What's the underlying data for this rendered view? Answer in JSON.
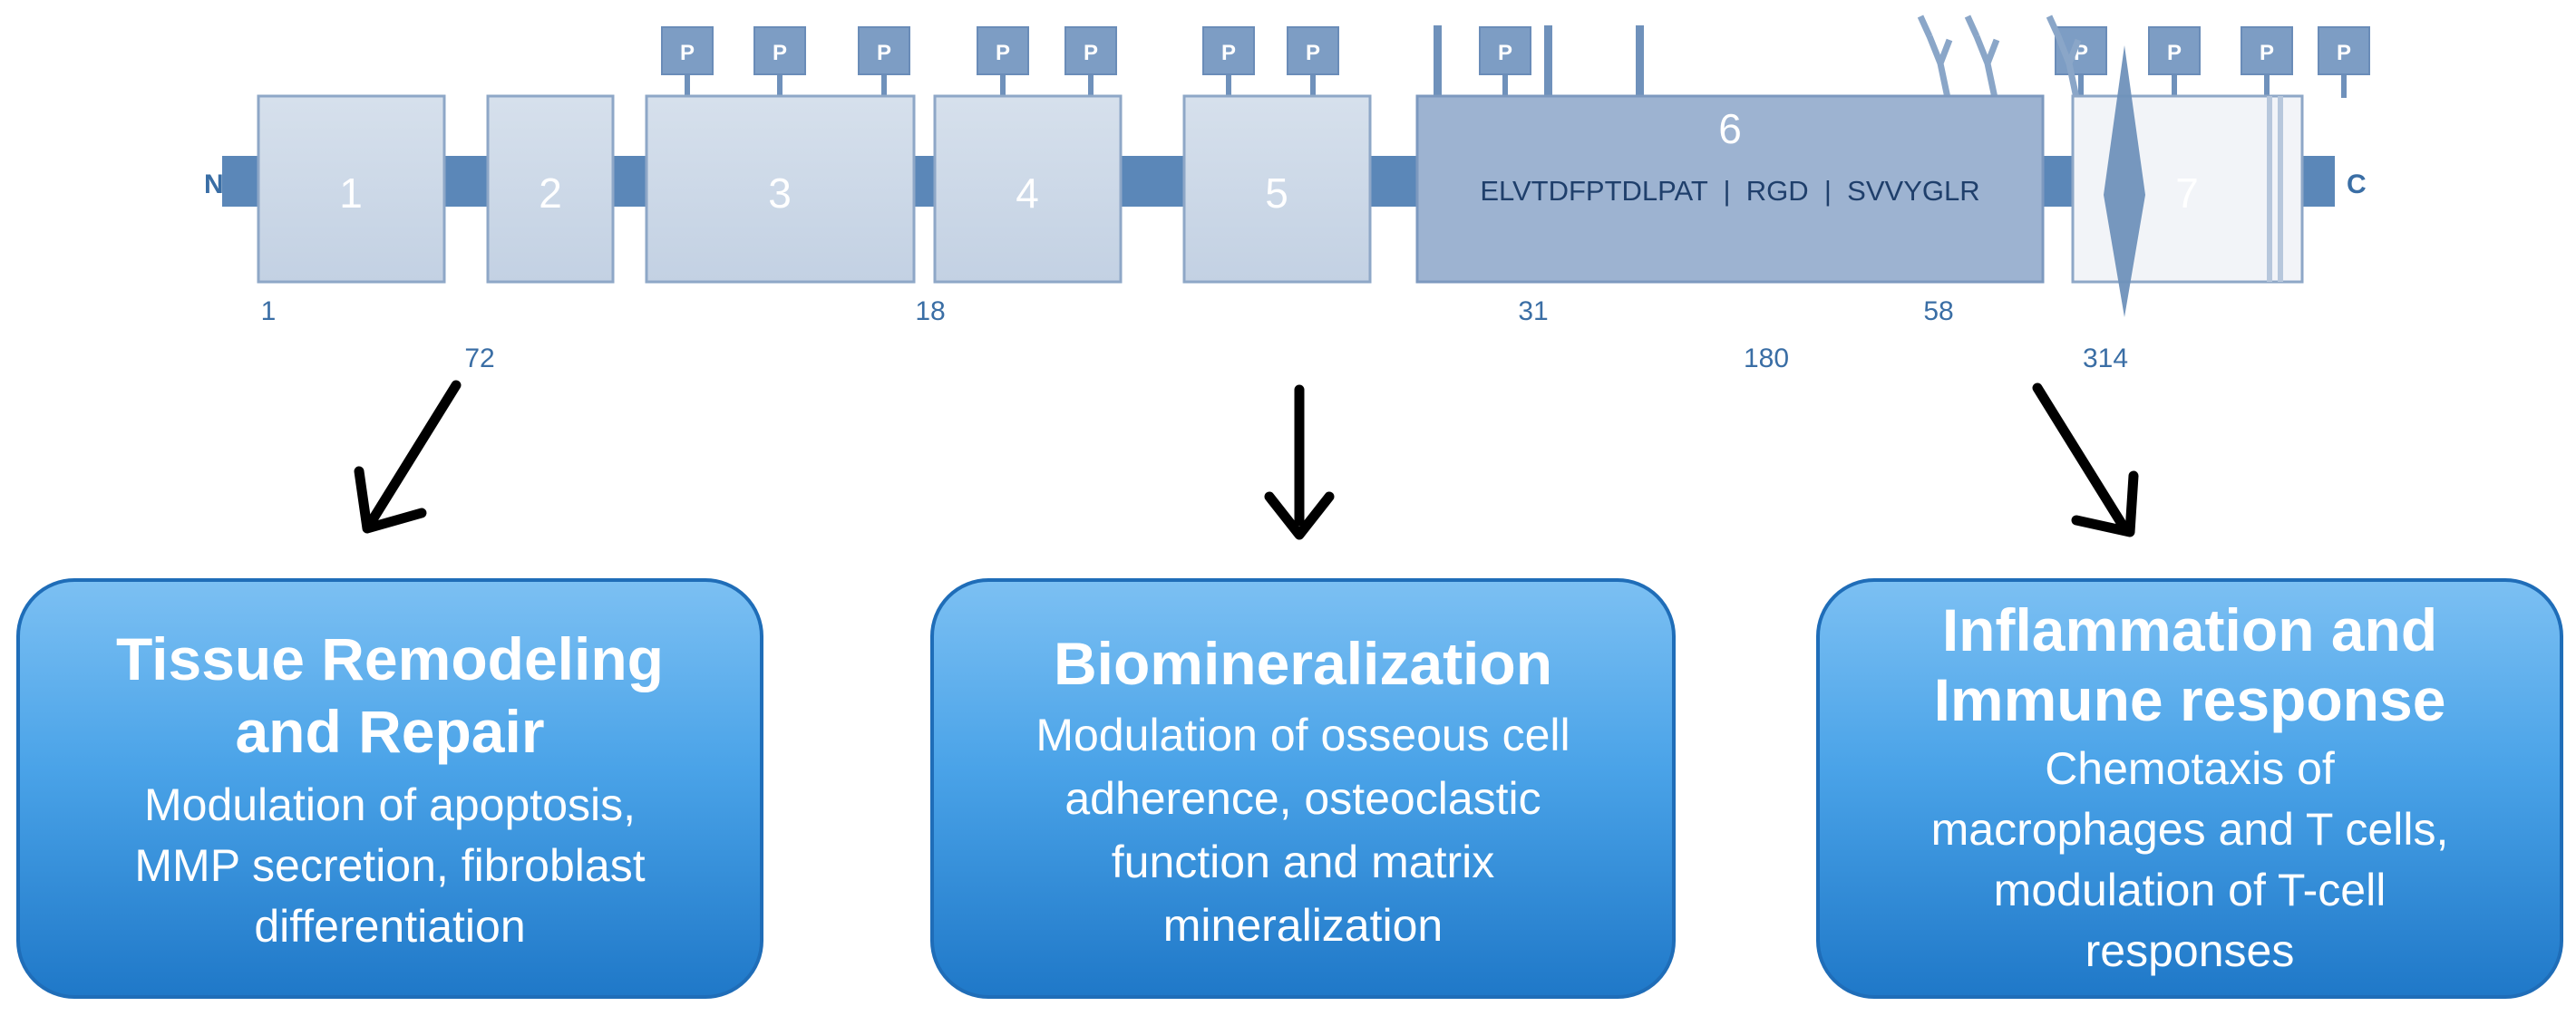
{
  "protein": {
    "n_terminus": "N",
    "c_terminus": "C",
    "exons": [
      "1",
      "2",
      "3",
      "4",
      "5",
      "6",
      "7"
    ],
    "exon6_sequence": "ELVTDFPTDLPAT  |  RGD  |  SVVYGLR",
    "phospho_label": "P",
    "positions": [
      "1",
      "72",
      "18",
      "31",
      "180",
      "58",
      "314"
    ]
  },
  "functions": [
    {
      "title_lines": [
        "Tissue Remodeling",
        "and Repair"
      ],
      "body_lines": [
        "Modulation of apoptosis,",
        "MMP secretion, fibroblast",
        "differentiation"
      ]
    },
    {
      "title_lines": [
        "Biomineralization"
      ],
      "body_lines": [
        "Modulation of osseous cell",
        "adherence, osteoclastic",
        "function and matrix",
        "mineralization"
      ]
    },
    {
      "title_lines": [
        "Inflammation and",
        "Immune response"
      ],
      "body_lines": [
        "Chemotaxis of",
        "macrophages and T cells,",
        "modulation of T-cell",
        "responses"
      ]
    }
  ],
  "colors": {
    "exon_fill": "#c9d5e5",
    "exon6_fill": "#9db3d1",
    "linker_fill": "#5b87b8",
    "box_fill": "#4da3e6",
    "text_dark_blue": "#3a6ea5"
  }
}
